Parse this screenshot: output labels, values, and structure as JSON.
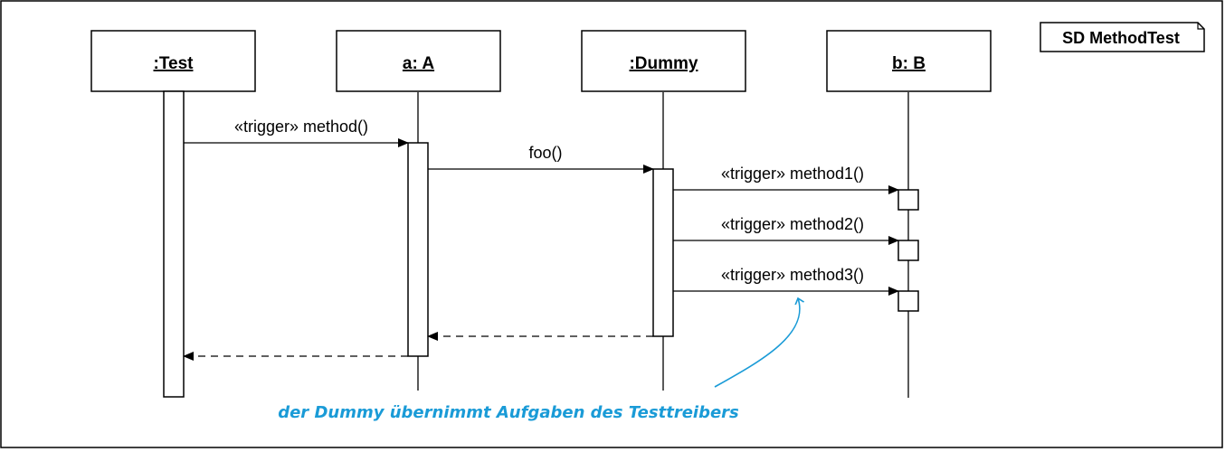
{
  "diagram": {
    "frame_label": "SD MethodTest",
    "lifelines": [
      {
        "id": "test",
        "label": ":Test"
      },
      {
        "id": "a",
        "label": "a: A"
      },
      {
        "id": "dummy",
        "label": ":Dummy"
      },
      {
        "id": "b",
        "label": "b: B"
      }
    ],
    "messages": [
      {
        "from": "test",
        "to": "a",
        "label": "«trigger» method()",
        "kind": "sync"
      },
      {
        "from": "a",
        "to": "dummy",
        "label": "foo()",
        "kind": "sync"
      },
      {
        "from": "dummy",
        "to": "b",
        "label": "«trigger» method1()",
        "kind": "sync"
      },
      {
        "from": "dummy",
        "to": "b",
        "label": "«trigger» method2()",
        "kind": "sync"
      },
      {
        "from": "dummy",
        "to": "b",
        "label": "«trigger» method3()",
        "kind": "sync"
      },
      {
        "from": "dummy",
        "to": "a",
        "label": "",
        "kind": "return"
      },
      {
        "from": "a",
        "to": "test",
        "label": "",
        "kind": "return"
      }
    ],
    "annotation": {
      "text": "der Dummy übernimmt Aufgaben des Testtreibers",
      "color": "#1a9bd7"
    }
  }
}
